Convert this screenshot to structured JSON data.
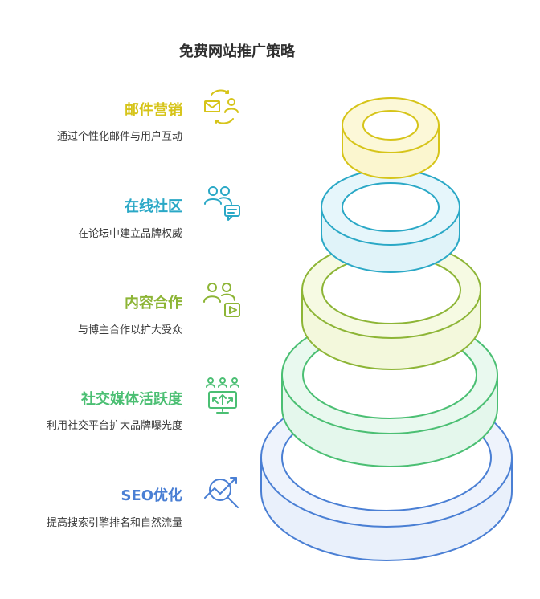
{
  "title": "免费网站推广策略",
  "colors": {
    "yellow": "#d6c419",
    "cyan": "#2aa8c6",
    "olive": "#8db536",
    "green": "#4bbf73",
    "blue": "#4a7fd4"
  },
  "items": [
    {
      "title": "邮件营销",
      "desc": "通过个性化邮件与用户互动",
      "color": "#d6c419",
      "icon": "email-user-sync-icon"
    },
    {
      "title": "在线社区",
      "desc": "在论坛中建立品牌权威",
      "color": "#2aa8c6",
      "icon": "community-chat-icon"
    },
    {
      "title": "内容合作",
      "desc": "与博主合作以扩大受众",
      "color": "#8db536",
      "icon": "collaboration-video-icon"
    },
    {
      "title": "社交媒体活跃度",
      "desc": "利用社交平台扩大品牌曝光度",
      "color": "#4bbf73",
      "icon": "social-network-icon"
    },
    {
      "title": "SEO优化",
      "desc": "提高搜索引擎排名和自然流量",
      "color": "#4a7fd4",
      "icon": "search-growth-icon"
    }
  ]
}
